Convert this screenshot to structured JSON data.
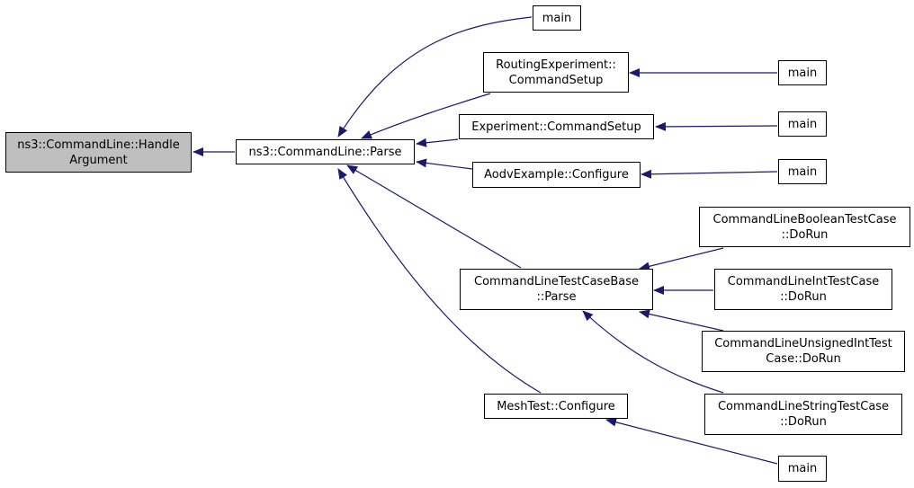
{
  "colors": {
    "edge": "#191970",
    "root_fill": "#bfbfbf",
    "node_fill": "#ffffff",
    "border": "#000000"
  },
  "nodes": {
    "root": "ns3::CommandLine::Handle\nArgument",
    "parse": "ns3::CommandLine::Parse",
    "main1": "main",
    "routing": "RoutingExperiment::\nCommandSetup",
    "main2": "main",
    "experiment": "Experiment::CommandSetup",
    "main3": "main",
    "aodv": "AodvExample::Configure",
    "main4": "main",
    "boolean": "CommandLineBooleanTestCase\n::DoRun",
    "base": "CommandLineTestCaseBase\n::Parse",
    "int": "CommandLineIntTestCase\n::DoRun",
    "unsigned": "CommandLineUnsignedIntTest\nCase::DoRun",
    "mesh": "MeshTest::Configure",
    "string": "CommandLineStringTestCase\n::DoRun",
    "main5": "main"
  }
}
